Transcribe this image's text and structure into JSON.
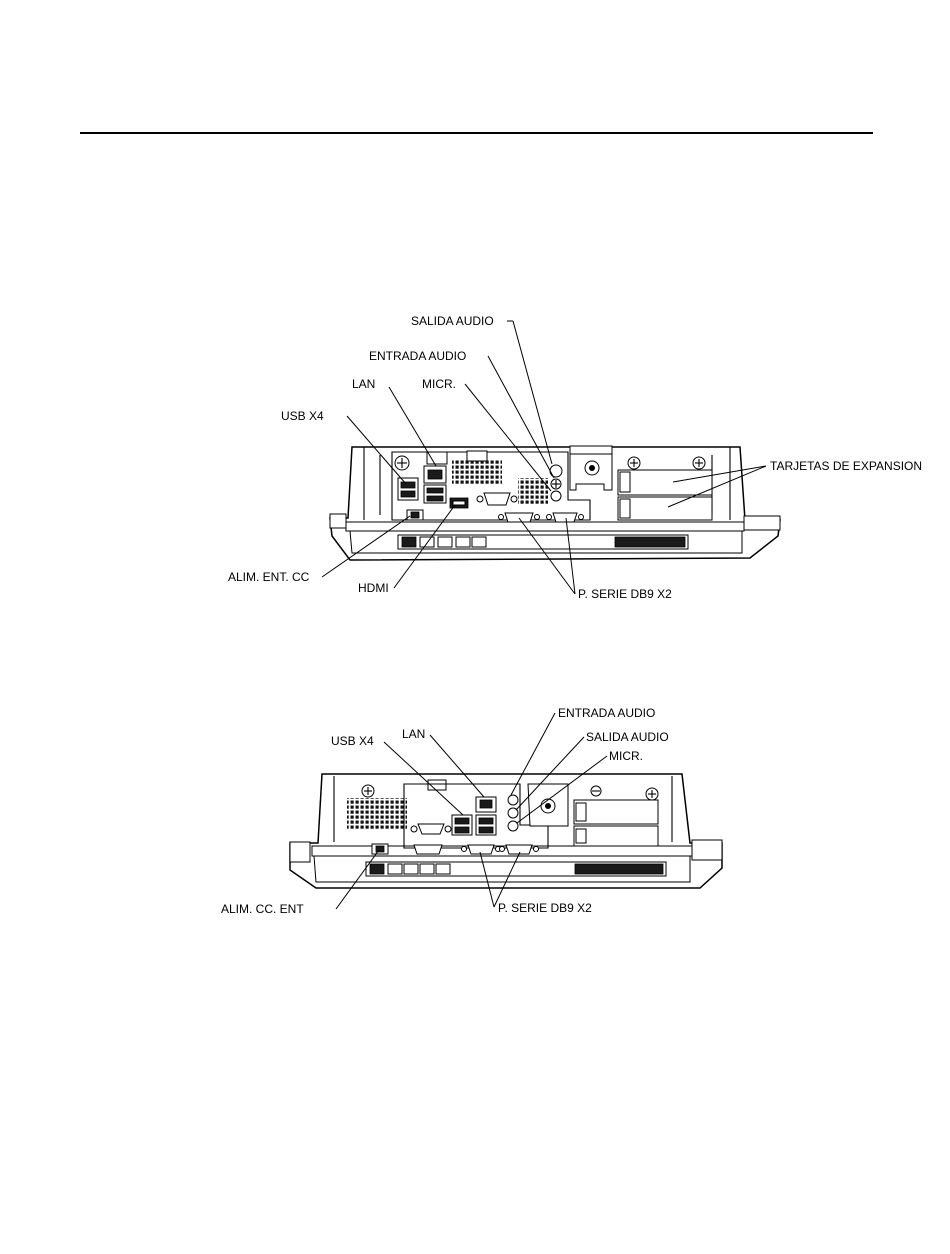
{
  "diagram_top": {
    "labels": {
      "salida_audio": "SALIDA AUDIO",
      "entrada_audio": "ENTRADA AUDIO",
      "lan": "LAN",
      "micr": "MICR.",
      "usb_x4": "USB X4",
      "tarjetas_expansion": "TARJETAS DE EXPANSION",
      "alim_ent_cc": "ALIM. ENT. CC",
      "hdmi": "HDMI",
      "serie_db9": "P. SERIE DB9 X2"
    }
  },
  "diagram_bottom": {
    "labels": {
      "entrada_audio": "ENTRADA AUDIO",
      "usb_x4": "USB X4",
      "lan": "LAN",
      "salida_audio": "SALIDA AUDIO",
      "micr": "MICR.",
      "alim_cc_ent": "ALIM. CC. ENT",
      "serie_db9": "P. SERIE DB9 X2"
    }
  }
}
